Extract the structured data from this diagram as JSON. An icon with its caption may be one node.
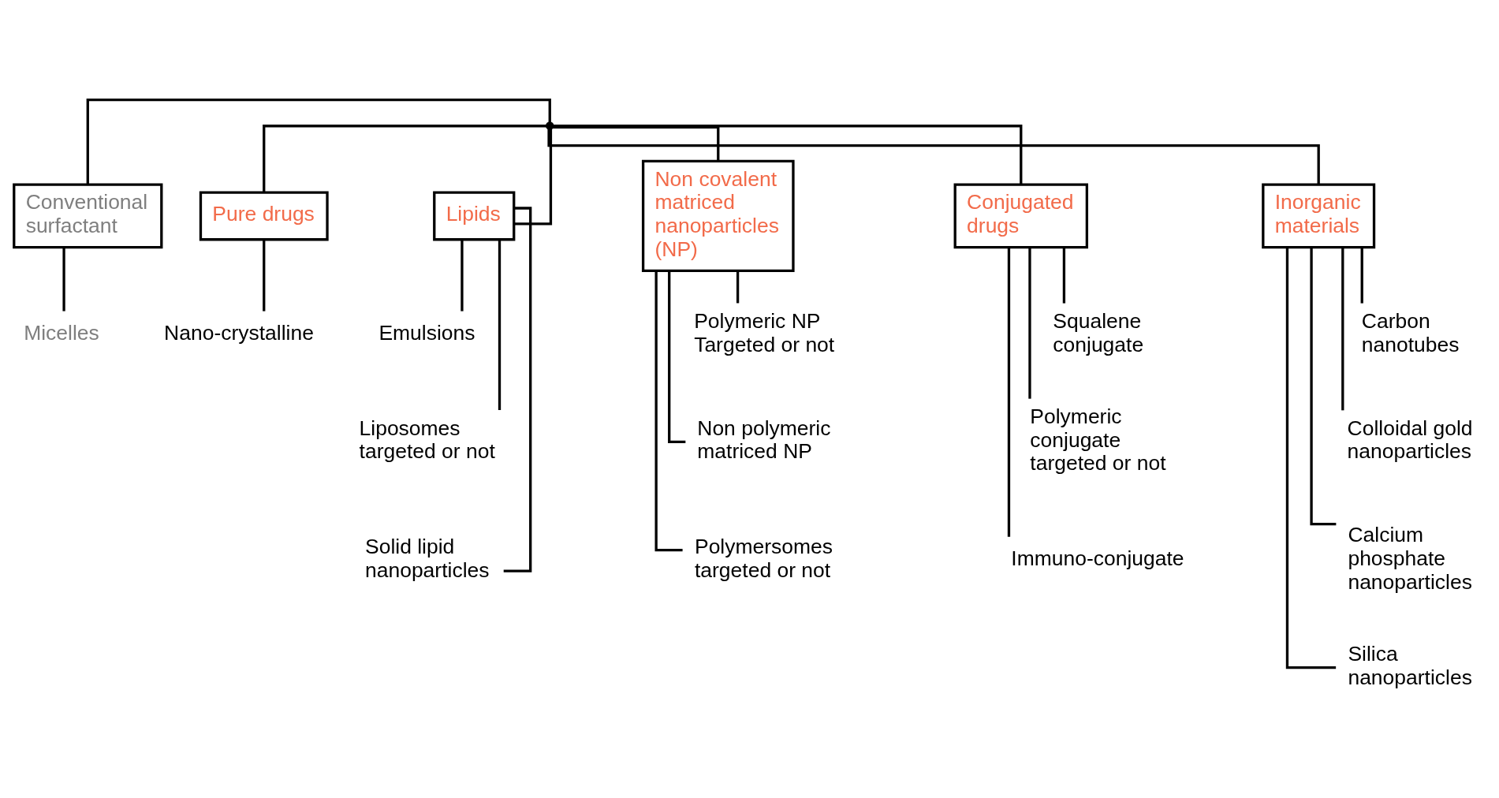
{
  "diagram": {
    "nodes": [
      {
        "text": [],
        "shape": "bar"
      },
      {
        "text": [
          "Conventional surfactant"
        ]
      },
      {
        "text": [
          "Micelles"
        ]
      },
      {
        "text": [
          "Pure drugs"
        ]
      },
      {
        "text": [
          "Nano-crystalline"
        ]
      },
      {
        "text": [
          "Lipids"
        ]
      },
      {
        "text": [
          "Emulsions"
        ]
      },
      {
        "text": [
          "Liposomes targeted or not"
        ]
      },
      {
        "text": [
          "Solid lipid nanoparticles"
        ]
      },
      {
        "text": [
          "Non covalent matriced nanoparticles (NP)"
        ]
      },
      {
        "text": [
          "Polymeric NP Targeted or not"
        ]
      },
      {
        "text": [
          "Non polymeric matriced NP"
        ]
      },
      {
        "text": [
          "Polymersomes targeted or not"
        ]
      },
      {
        "text": [
          "Conjugated drugs"
        ]
      },
      {
        "text": [
          "Squalene conjugate"
        ]
      },
      {
        "text": [
          "Polymeric conjugate targeted or not"
        ]
      },
      {
        "text": [
          "Immuno-conjugate"
        ]
      },
      {
        "text": [
          "Inorganic materials"
        ]
      },
      {
        "text": [
          "Carbon nanotubes"
        ]
      },
      {
        "text": [
          "Colloidal gold nanoparticles"
        ]
      },
      {
        "text": [
          "Calcium phosphate nanoparticles"
        ]
      },
      {
        "text": [
          "Silica nanoparticles"
        ]
      }
    ],
    "edges": [
      {
        "from": 0,
        "to": 1,
        "arrow": "none"
      },
      {
        "from": 0,
        "to": 3,
        "arrow": "none"
      },
      {
        "from": 0,
        "to": 5,
        "arrow": "none"
      },
      {
        "from": 0,
        "to": 9,
        "arrow": "none"
      },
      {
        "from": 0,
        "to": 13,
        "arrow": "none"
      },
      {
        "from": 0,
        "to": 17,
        "arrow": "none"
      },
      {
        "from": 1,
        "to": 2,
        "arrow": "none"
      },
      {
        "from": 3,
        "to": 4,
        "arrow": "none"
      },
      {
        "from": 5,
        "to": 6,
        "arrow": "none"
      },
      {
        "from": 5,
        "to": 7,
        "arrow": "none"
      },
      {
        "from": 5,
        "to": 8,
        "arrow": "none"
      },
      {
        "from": 9,
        "to": 10,
        "arrow": "none"
      },
      {
        "from": 9,
        "to": 11,
        "arrow": "none"
      },
      {
        "from": 9,
        "to": 12,
        "arrow": "none"
      },
      {
        "from": 13,
        "to": 14,
        "arrow": "none"
      },
      {
        "from": 13,
        "to": 15,
        "arrow": "none"
      },
      {
        "from": 13,
        "to": 16,
        "arrow": "none"
      },
      {
        "from": 17,
        "to": 18,
        "arrow": "none"
      },
      {
        "from": 17,
        "to": 19,
        "arrow": "none"
      },
      {
        "from": 17,
        "to": 20,
        "arrow": "none"
      },
      {
        "from": 17,
        "to": 21,
        "arrow": "none"
      }
    ]
  }
}
